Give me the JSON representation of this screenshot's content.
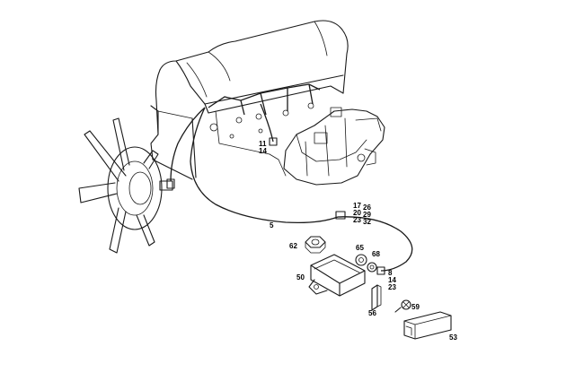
{
  "callouts": {
    "c5": "5",
    "c8": "8",
    "c11": "11",
    "c14a": "14",
    "c14b": "14",
    "c17": "17",
    "c20": "20",
    "c23a": "23",
    "c23b": "23",
    "c26": "26",
    "c29": "29",
    "c32": "32",
    "c50": "50",
    "c53": "53",
    "c56": "56",
    "c59": "59",
    "c62": "62",
    "c65": "65",
    "c68": "68"
  },
  "colors": {
    "ink": "#1a1a1a",
    "background": "#ffffff"
  }
}
